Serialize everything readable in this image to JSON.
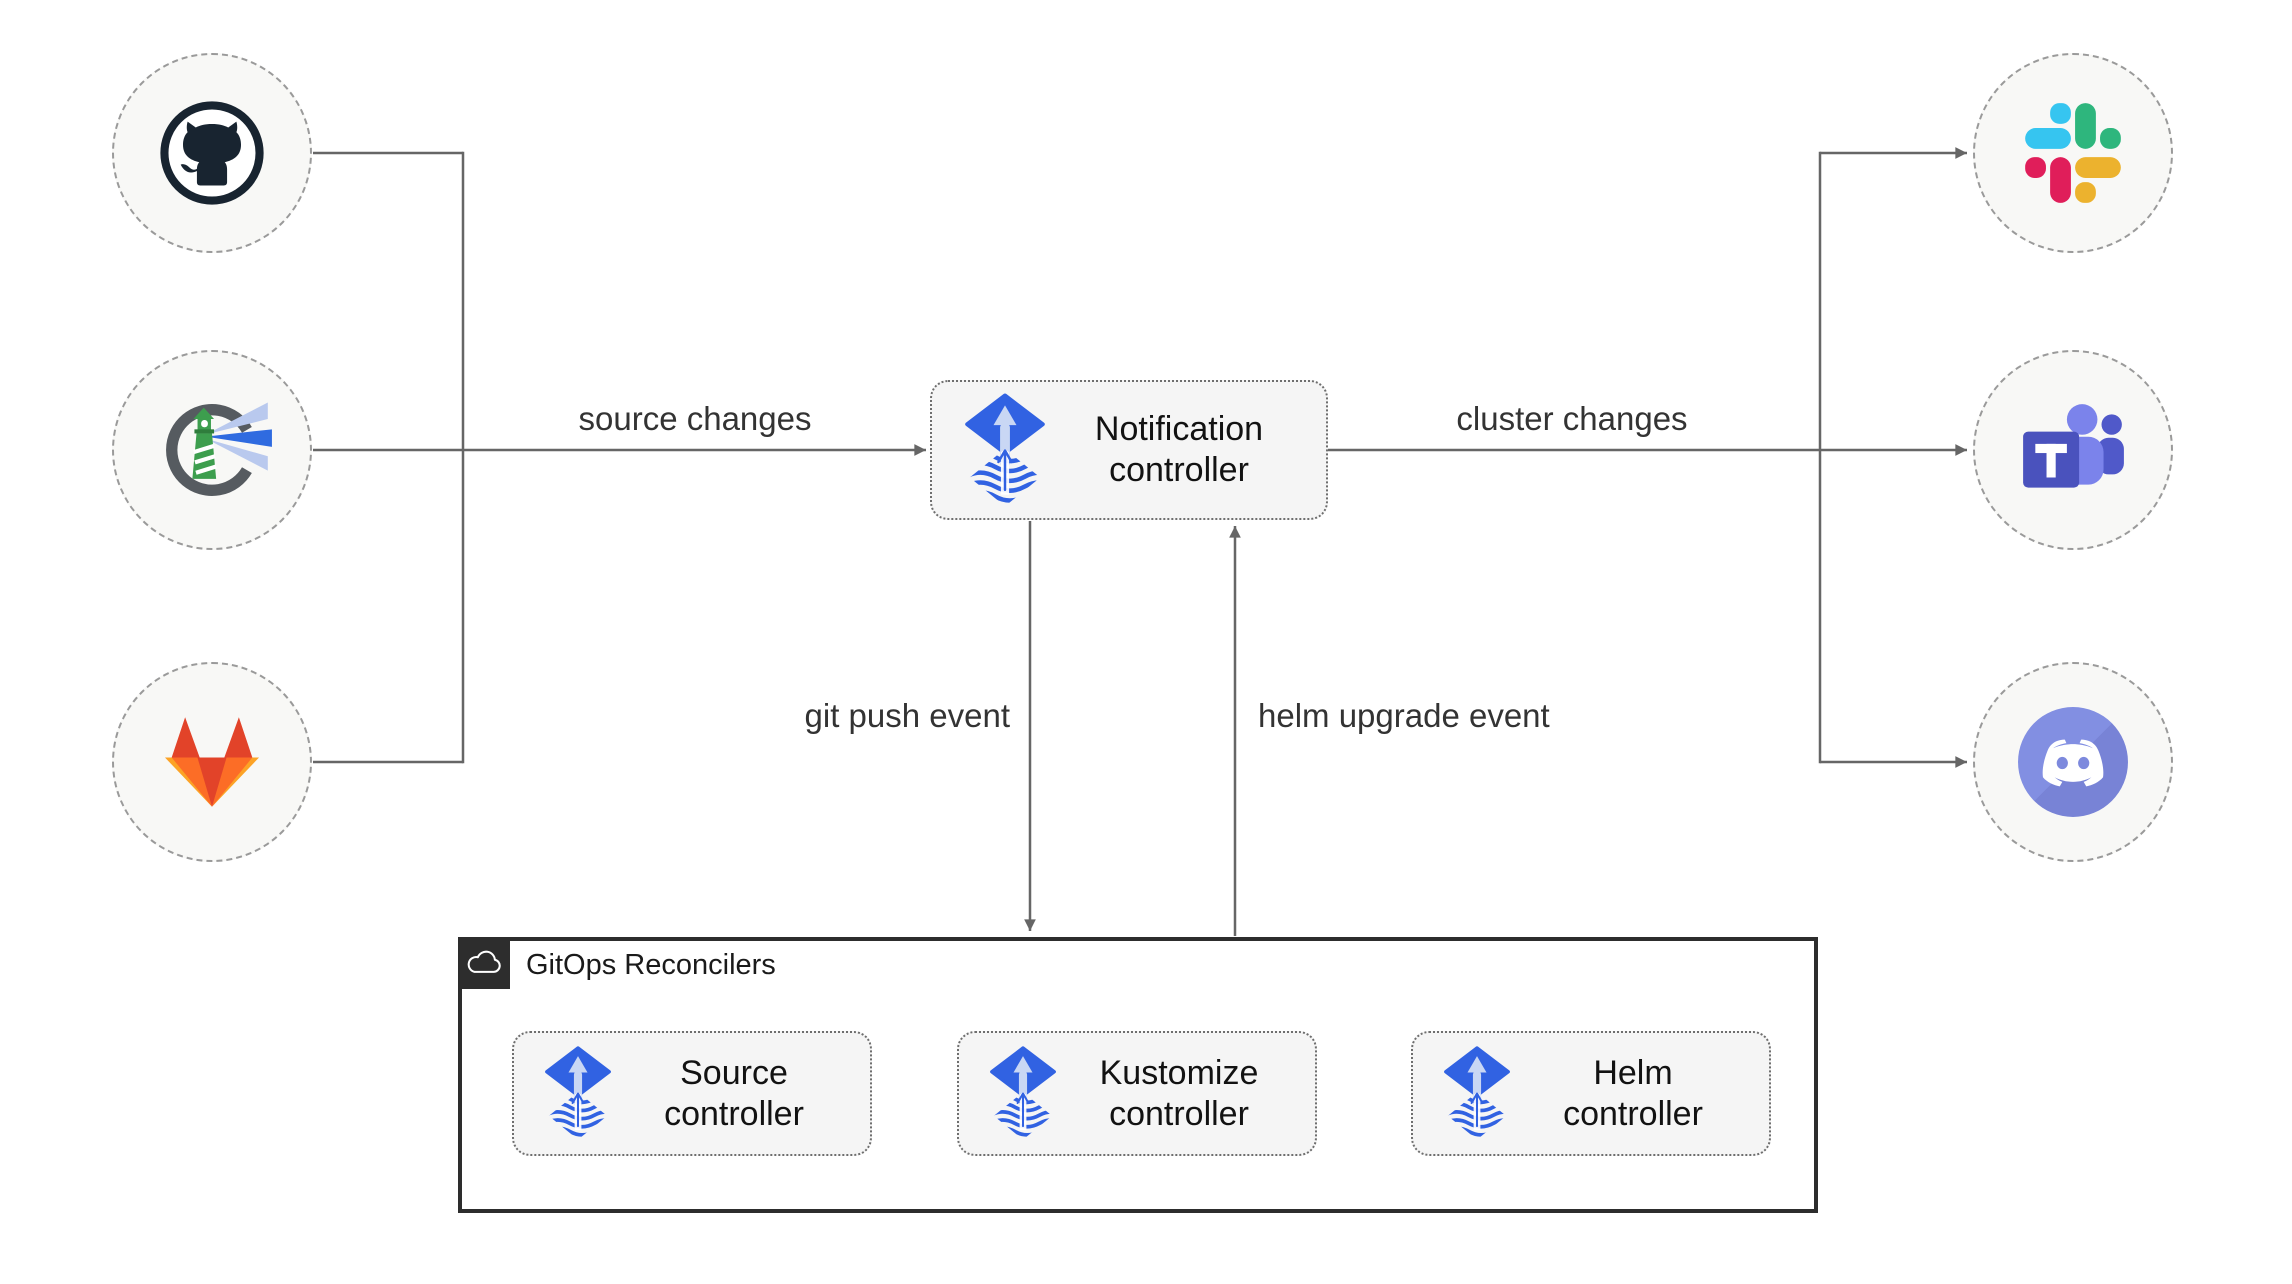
{
  "left_sources": [
    {
      "icon": "github-icon",
      "name": "github"
    },
    {
      "icon": "harbor-icon",
      "name": "harbor"
    },
    {
      "icon": "gitlab-icon",
      "name": "gitlab"
    }
  ],
  "right_targets": [
    {
      "icon": "slack-icon",
      "name": "slack"
    },
    {
      "icon": "teams-icon",
      "name": "teams"
    },
    {
      "icon": "discord-icon",
      "name": "discord"
    }
  ],
  "center": {
    "notification_controller": {
      "label": "Notification controller",
      "icon": "flux-icon"
    }
  },
  "edges": {
    "source_changes": "source changes",
    "cluster_changes": "cluster changes",
    "git_push_event": "git push event",
    "helm_upgrade_event": "helm upgrade event"
  },
  "gitops_reconcilers": {
    "title": "GitOps Reconcilers",
    "icon": "cloud-icon",
    "controllers": [
      {
        "label": "Source controller",
        "icon": "flux-icon"
      },
      {
        "label": "Kustomize controller",
        "icon": "flux-icon"
      },
      {
        "label": "Helm controller",
        "icon": "flux-icon"
      }
    ]
  },
  "colors": {
    "connector": "#666666",
    "flux_blue": "#3162e2",
    "flux_arrow_light": "#c9d7f4",
    "node_fill": "#f8f8f6",
    "node_border": "#9a9a9a",
    "box_fill": "#f5f5f5",
    "box_border": "#6e6e6e",
    "container_border": "#2d2d2d",
    "github_dark": "#182430",
    "harbor_gray": "#565b60",
    "harbor_green": "#3d9e4e",
    "gitlab_red": "#e24329",
    "gitlab_orange": "#fc6d26",
    "gitlab_yellow": "#fca326",
    "slack_blue": "#36c5f0",
    "slack_green": "#2eb67d",
    "slack_pink": "#e01e5a",
    "slack_yellow": "#ecb22e",
    "teams_purple": "#4a52bd",
    "teams_light_purple": "#7b83eb",
    "teams_dark_purple": "#5059c9",
    "discord_blurple": "#7d89dd"
  }
}
